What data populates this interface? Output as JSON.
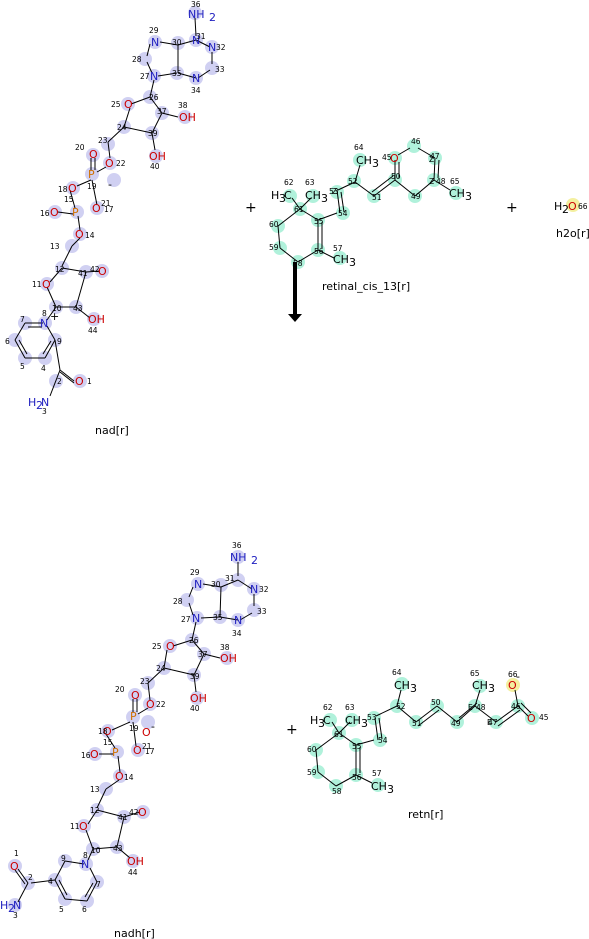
{
  "diagram": {
    "reactants": [
      {
        "id": "nad",
        "label": "nad[r]"
      },
      {
        "id": "retinal",
        "label": "retinal_cis_13[r]"
      },
      {
        "id": "h2o",
        "label": "h2o[r]"
      }
    ],
    "products": [
      {
        "id": "nadh",
        "label": "nadh[r]"
      },
      {
        "id": "retn",
        "label": "retn[r]"
      }
    ],
    "operators": {
      "plus": "+"
    },
    "colors": {
      "purple_highlight": "#c8c8f0",
      "cyan_highlight": "#a8f0d8",
      "yellow_highlight": "#f4f0a0",
      "arrow": "#000000"
    },
    "atom_text": {
      "nh2": "NH",
      "two": "2",
      "h2n": "H",
      "n": "N",
      "o": "O",
      "p": "P",
      "oh": "OH",
      "ch3": "CH",
      "three": "3",
      "h3c": "H",
      "c": "C",
      "h": "H",
      "minus": "-",
      "plus_charge": "+",
      "e": "E",
      "z": "Z"
    }
  }
}
